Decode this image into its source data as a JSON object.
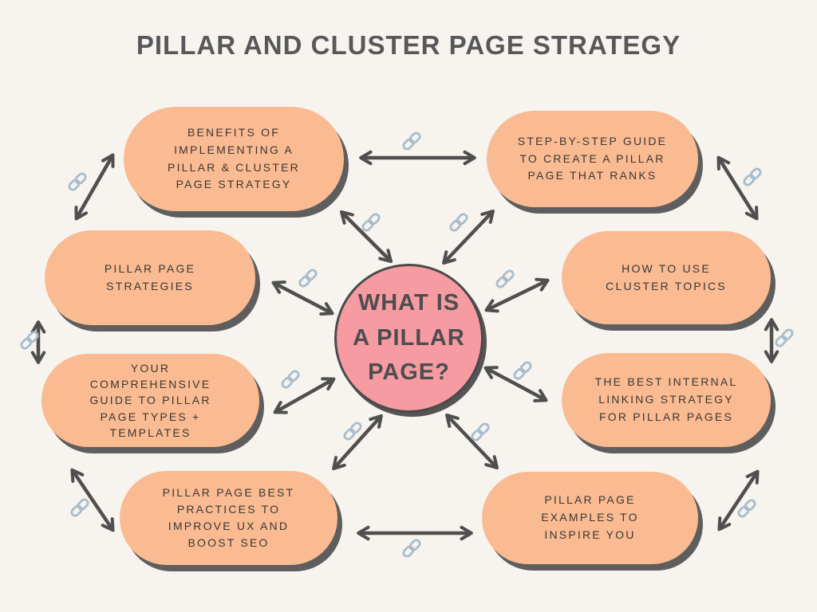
{
  "title": "PILLAR AND CLUSTER PAGE STRATEGY",
  "colors": {
    "background": "#F7F4EF",
    "node_fill": "#FABB92",
    "center_fill": "#F69BA2",
    "shadow": "#5E5E5E",
    "arrow": "#4F4F4F",
    "link_icon": "#A9BCCB",
    "text": "#3B3733",
    "title_text": "#58585A"
  },
  "center": {
    "label": "WHAT IS\nA PILLAR\nPAGE?"
  },
  "nodes": [
    {
      "id": "benefits",
      "label": "BENEFITS OF\nIMPLEMENTING A\nPILLAR & CLUSTER\nPAGE STRATEGY"
    },
    {
      "id": "step-guide",
      "label": "STEP-BY-STEP GUIDE\nTO CREATE A PILLAR\nPAGE THAT RANKS"
    },
    {
      "id": "strategies",
      "label": "PILLAR PAGE\nSTRATEGIES"
    },
    {
      "id": "cluster",
      "label": "HOW TO USE\nCLUSTER TOPICS"
    },
    {
      "id": "guide",
      "label": "YOUR\nCOMPREHENSIVE\nGUIDE TO PILLAR\nPAGE TYPES +\nTEMPLATES"
    },
    {
      "id": "linking",
      "label": "THE BEST INTERNAL\nLINKING STRATEGY\nFOR PILLAR PAGES"
    },
    {
      "id": "practices",
      "label": "PILLAR PAGE BEST\nPRACTICES TO\nIMPROVE UX AND\nBOOST SEO"
    },
    {
      "id": "examples",
      "label": "PILLAR PAGE\nEXAMPLES TO\nINSPIRE YOU"
    }
  ],
  "icons": {
    "connector_icon": "chain-link"
  }
}
